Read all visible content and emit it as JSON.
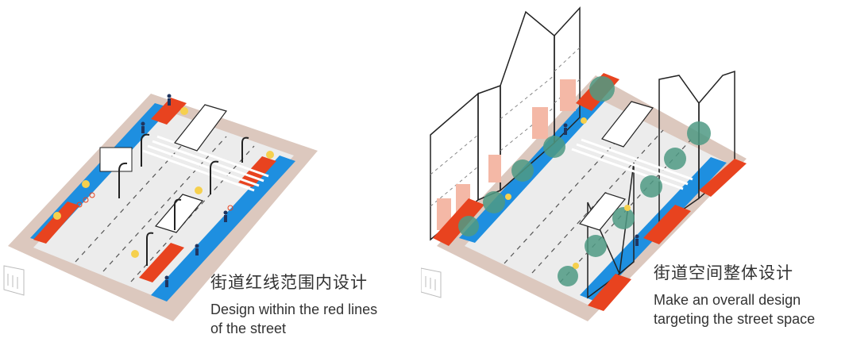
{
  "left_panel": {
    "title_zh": "街道红线范围内设计",
    "subtitle_en_line1": "Design within the red lines",
    "subtitle_en_line2": "of the street"
  },
  "right_panel": {
    "title_zh": "街道空间整体设计",
    "subtitle_en_line1": "Make an overall design",
    "subtitle_en_line2": "targeting the street space"
  },
  "colors": {
    "road": "#e9e9e9",
    "sidewalk": "#dcc8be",
    "bike_lane": "#1e8fe0",
    "red_zone": "#e8431f",
    "tree": "#4f9a84",
    "facade": "#f4b8a6",
    "outline": "#222222"
  }
}
